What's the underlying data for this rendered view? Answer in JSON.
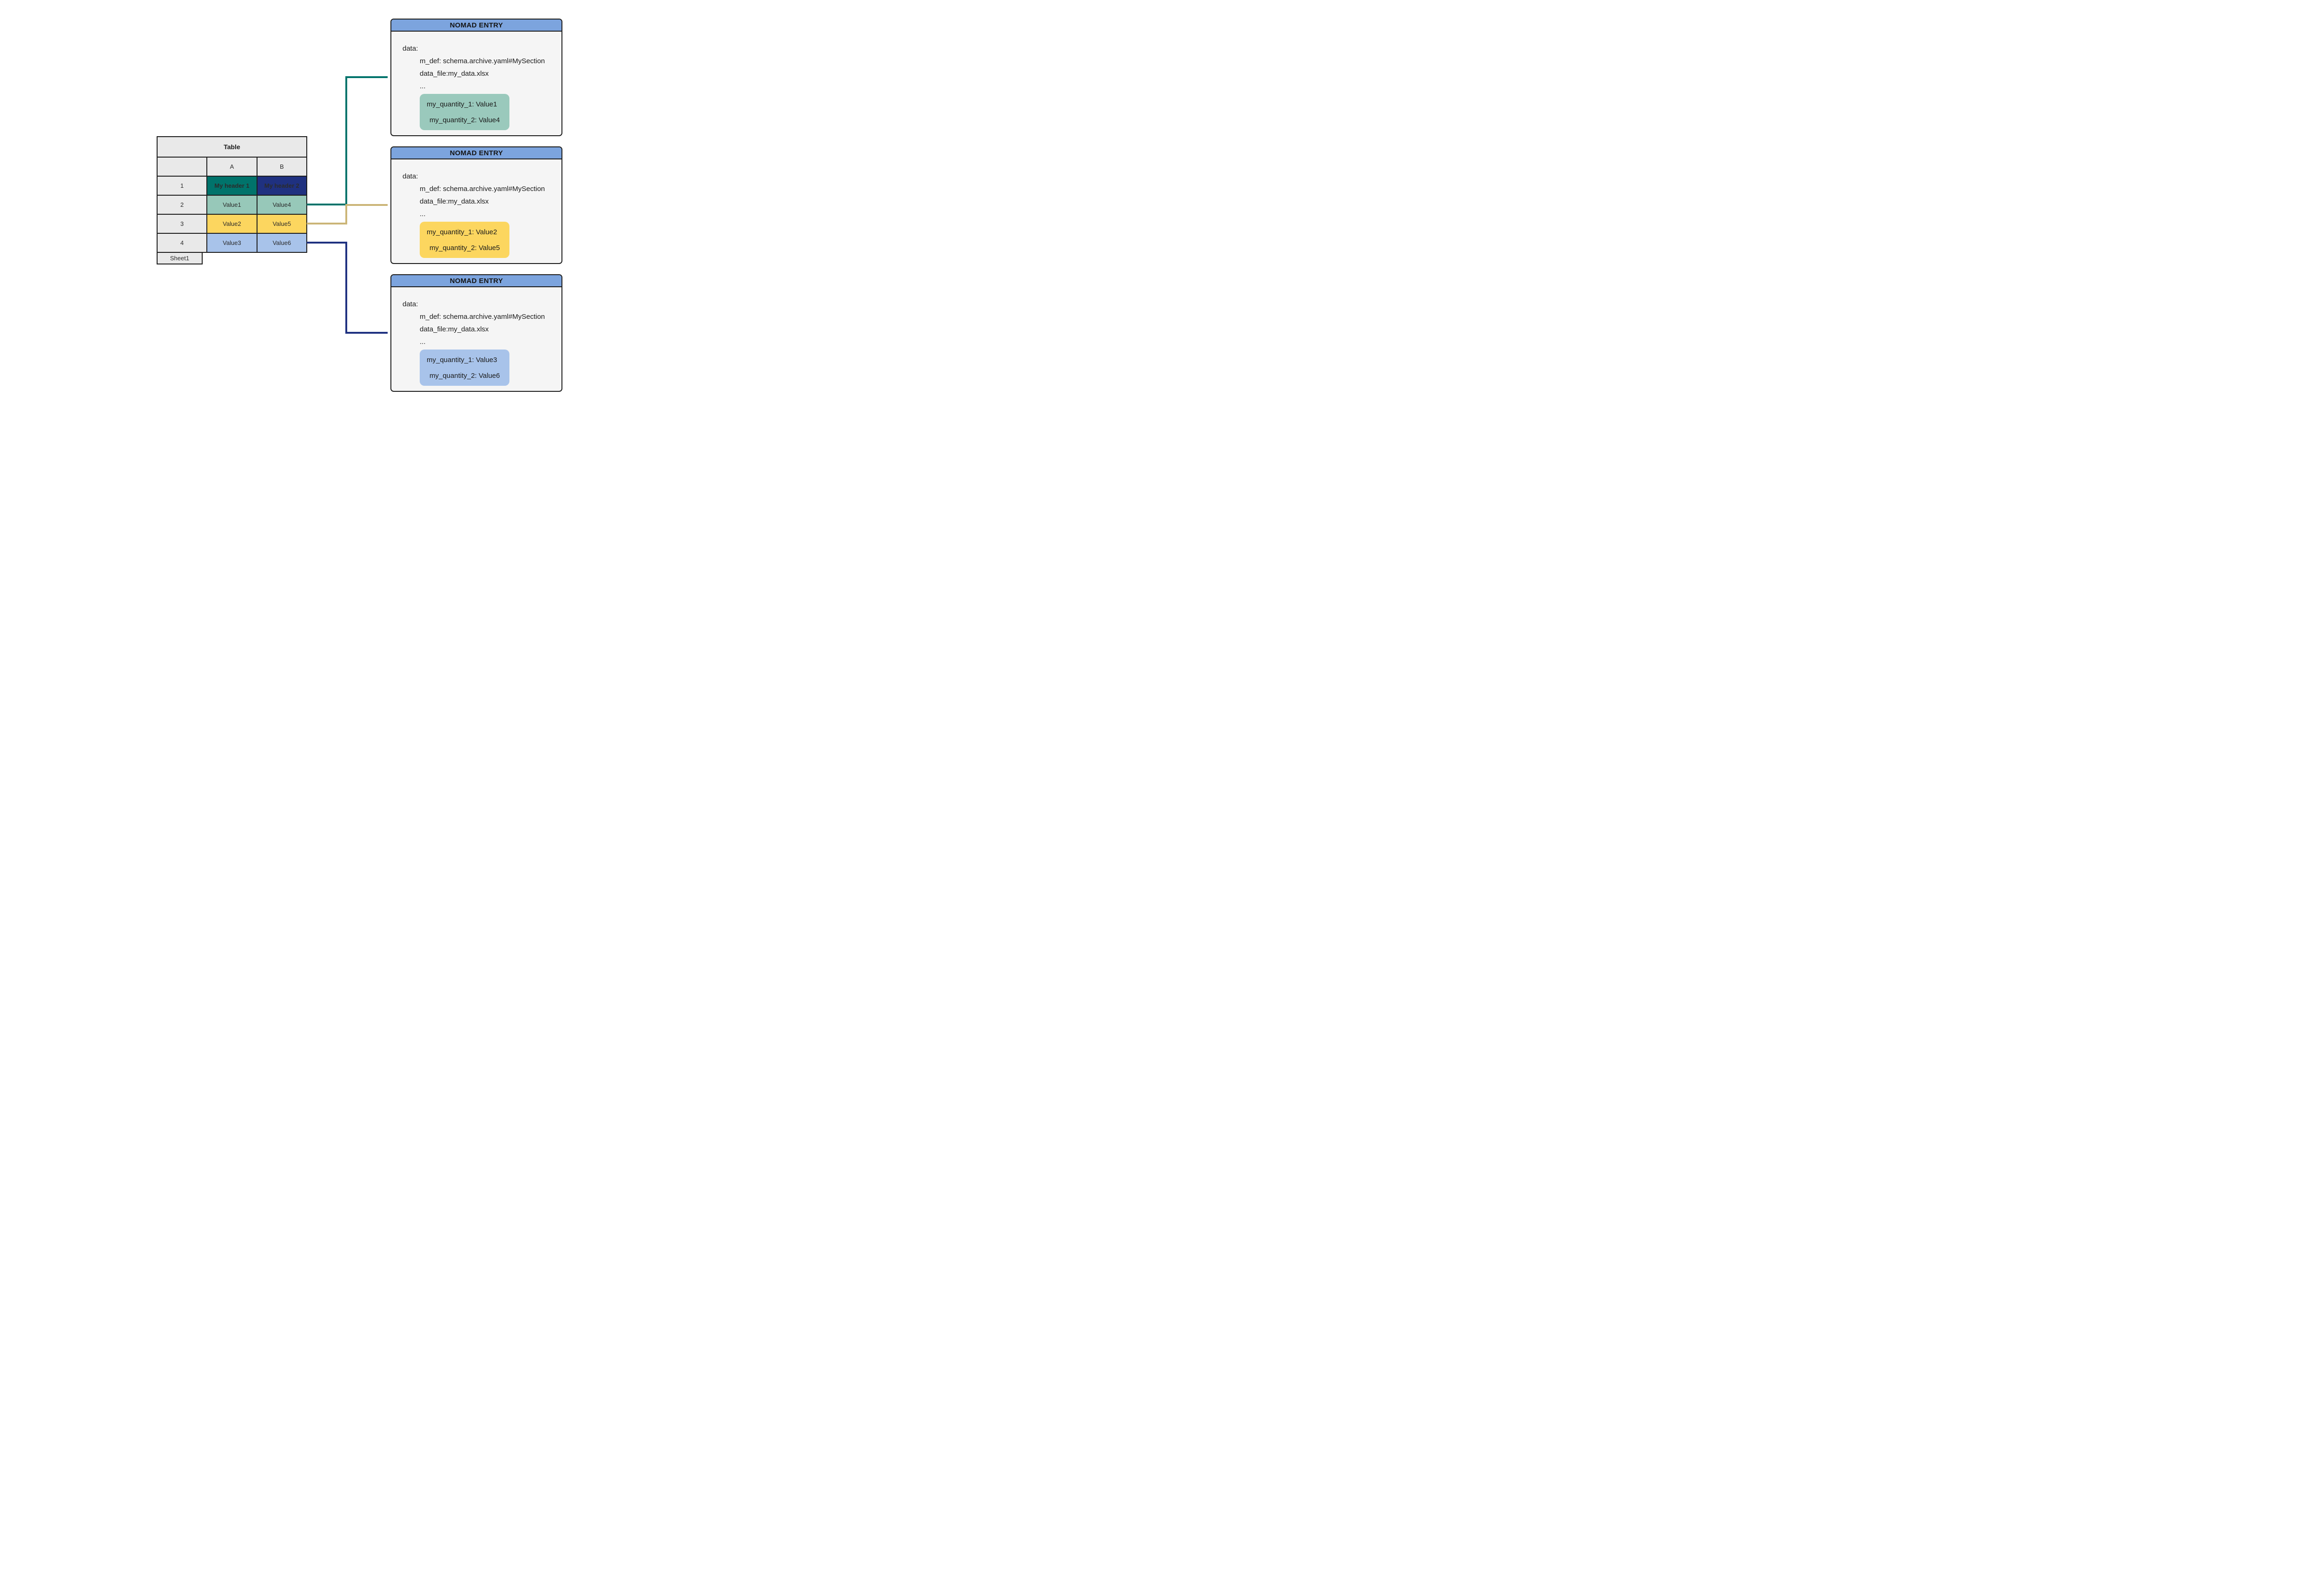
{
  "table": {
    "title": "Table",
    "sheet_tab": "Sheet1",
    "columns": {
      "a": "A",
      "b": "B"
    },
    "rows": [
      {
        "num": "1",
        "a": "My header 1",
        "b": "My header 2"
      },
      {
        "num": "2",
        "a": "Value1",
        "b": "Value4"
      },
      {
        "num": "3",
        "a": "Value2",
        "b": "Value5"
      },
      {
        "num": "4",
        "a": "Value3",
        "b": "Value6"
      }
    ]
  },
  "entries": [
    {
      "title": "NOMAD ENTRY",
      "data_label": "data:",
      "m_def_line": "m_def: schema.archive.yaml#MySection",
      "data_file_line": "data_file:my_data.xlsx",
      "ellipsis": "...",
      "quantity_1": "my_quantity_1: Value1",
      "quantity_2": "my_quantity_2: Value4"
    },
    {
      "title": "NOMAD ENTRY",
      "data_label": "data:",
      "m_def_line": "m_def: schema.archive.yaml#MySection",
      "data_file_line": "data_file:my_data.xlsx",
      "ellipsis": "...",
      "quantity_1": "my_quantity_1: Value2",
      "quantity_2": "my_quantity_2: Value5"
    },
    {
      "title": "NOMAD ENTRY",
      "data_label": "data:",
      "m_def_line": "m_def: schema.archive.yaml#MySection",
      "data_file_line": "data_file:my_data.xlsx",
      "ellipsis": "...",
      "quantity_1": "my_quantity_1: Value3",
      "quantity_2": "my_quantity_2: Value6"
    }
  ],
  "colors": {
    "header1_teal": "#00736b",
    "header2_navy": "#1f3180",
    "row_green": "#97c8b9",
    "row_yellow": "#fcd65f",
    "row_blue": "#a8c3ea",
    "entry_header_blue": "#7ca4de",
    "quantity_green": "#9ac9bc",
    "quantity_yellow": "#fcd65f",
    "quantity_blue": "#a8c3ea",
    "arrow_teal": "#00736b",
    "arrow_khaki": "#cbb577",
    "arrow_navy": "#1f3180"
  }
}
